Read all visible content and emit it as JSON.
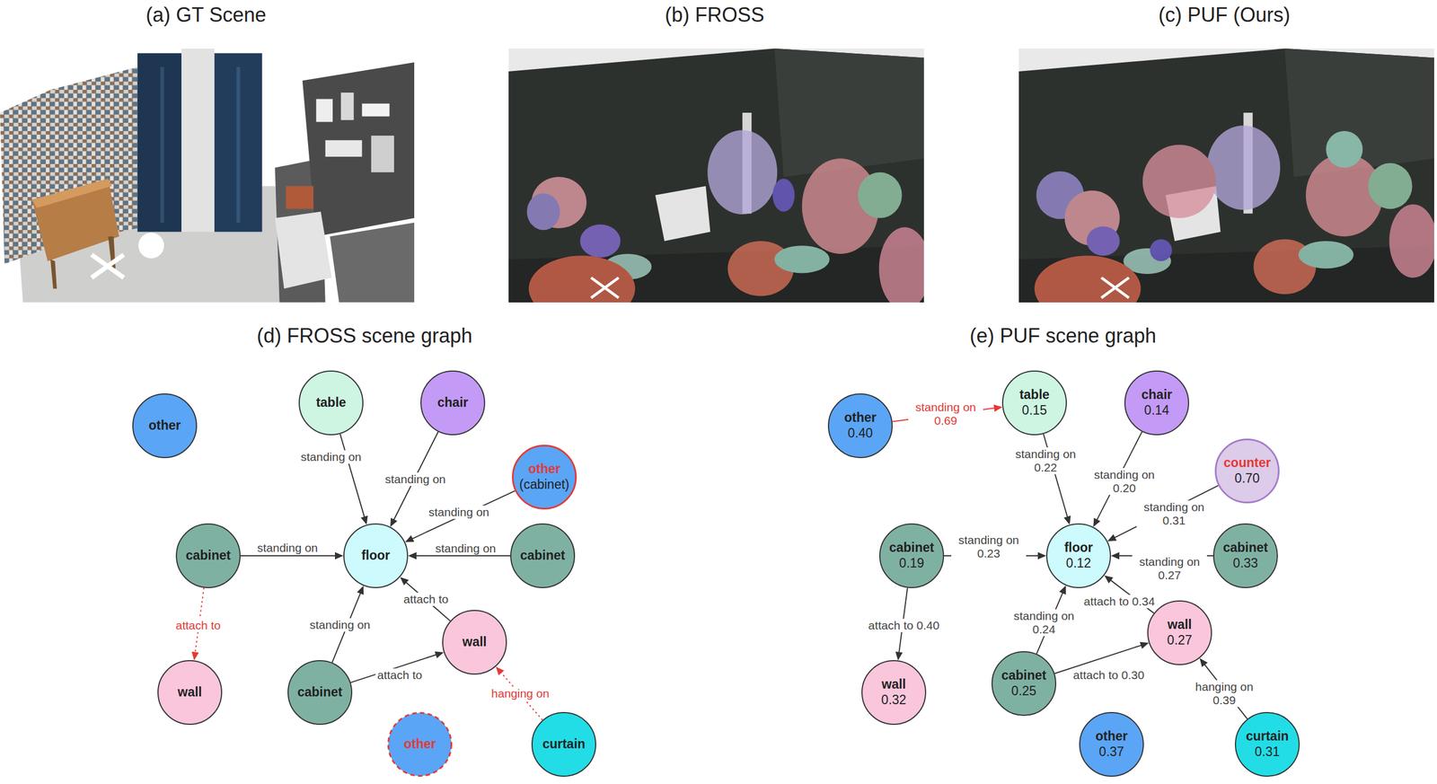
{
  "diagram": {
    "nodes": [
      {
        "text": [
          "other"
        ]
      },
      {
        "text": [
          "table"
        ]
      },
      {
        "text": [
          "chair"
        ]
      },
      {
        "text": [
          "other",
          "(cabinet)"
        ]
      },
      {
        "text": [
          "cabinet"
        ]
      },
      {
        "text": [
          "floor"
        ]
      },
      {
        "text": [
          "cabinet"
        ]
      },
      {
        "text": [
          "wall"
        ]
      },
      {
        "text": [
          "wall"
        ]
      },
      {
        "text": [
          "cabinet"
        ]
      },
      {
        "text": [
          "other"
        ]
      },
      {
        "text": [
          "curtain"
        ]
      },
      {
        "text": [
          "other",
          "0.40"
        ]
      },
      {
        "text": [
          "table",
          "0.15"
        ]
      },
      {
        "text": [
          "chair",
          "0.14"
        ]
      },
      {
        "text": [
          "counter",
          "0.70"
        ]
      },
      {
        "text": [
          "cabinet",
          "0.19"
        ]
      },
      {
        "text": [
          "floor",
          "0.12"
        ]
      },
      {
        "text": [
          "cabinet",
          "0.33"
        ]
      },
      {
        "text": [
          "wall",
          "0.27"
        ]
      },
      {
        "text": [
          "wall",
          "0.32"
        ]
      },
      {
        "text": [
          "cabinet",
          "0.25"
        ]
      },
      {
        "text": [
          "other",
          "0.37"
        ]
      },
      {
        "text": [
          "curtain",
          "0.31"
        ]
      }
    ],
    "edges": [
      {
        "from": 1,
        "to": 5,
        "arrow": "to",
        "label": "standing on"
      },
      {
        "from": 2,
        "to": 5,
        "arrow": "to",
        "label": "standing on"
      },
      {
        "from": 3,
        "to": 5,
        "arrow": "to",
        "label": "standing on"
      },
      {
        "from": 4,
        "to": 5,
        "arrow": "to",
        "label": "standing on"
      },
      {
        "from": 6,
        "to": 5,
        "arrow": "to",
        "label": "standing on"
      },
      {
        "from": 9,
        "to": 5,
        "arrow": "to",
        "label": "standing on"
      },
      {
        "from": 7,
        "to": 5,
        "arrow": "to",
        "label": "attach to"
      },
      {
        "from": 4,
        "to": 8,
        "arrow": "to",
        "label": "attach to"
      },
      {
        "from": 9,
        "to": 7,
        "arrow": "to",
        "label": "attach to"
      },
      {
        "from": 11,
        "to": 7,
        "arrow": "to",
        "label": "hanging on"
      },
      {
        "from": 12,
        "to": 13,
        "arrow": "to",
        "label": "standing on 0.69"
      },
      {
        "from": 13,
        "to": 17,
        "arrow": "to",
        "label": "standing on 0.22"
      },
      {
        "from": 14,
        "to": 17,
        "arrow": "to",
        "label": "standing on 0.20"
      },
      {
        "from": 15,
        "to": 17,
        "arrow": "to",
        "label": "standing on 0.31"
      },
      {
        "from": 16,
        "to": 17,
        "arrow": "to",
        "label": "standing on 0.23"
      },
      {
        "from": 18,
        "to": 17,
        "arrow": "to",
        "label": "standing on 0.27"
      },
      {
        "from": 21,
        "to": 17,
        "arrow": "to",
        "label": "standing on 0.24"
      },
      {
        "from": 19,
        "to": 17,
        "arrow": "to",
        "label": "attach to 0.34"
      },
      {
        "from": 16,
        "to": 20,
        "arrow": "to",
        "label": "attach to 0.40"
      },
      {
        "from": 21,
        "to": 19,
        "arrow": "to",
        "label": "attach to 0.30"
      },
      {
        "from": 23,
        "to": 19,
        "arrow": "to",
        "label": "hanging on 0.39"
      }
    ],
    "labels": [
      "(a) GT Scene",
      "(b) FROSS",
      "(c) PUF (Ours)",
      "(d) FROSS scene graph",
      "(e) PUF scene graph"
    ]
  }
}
